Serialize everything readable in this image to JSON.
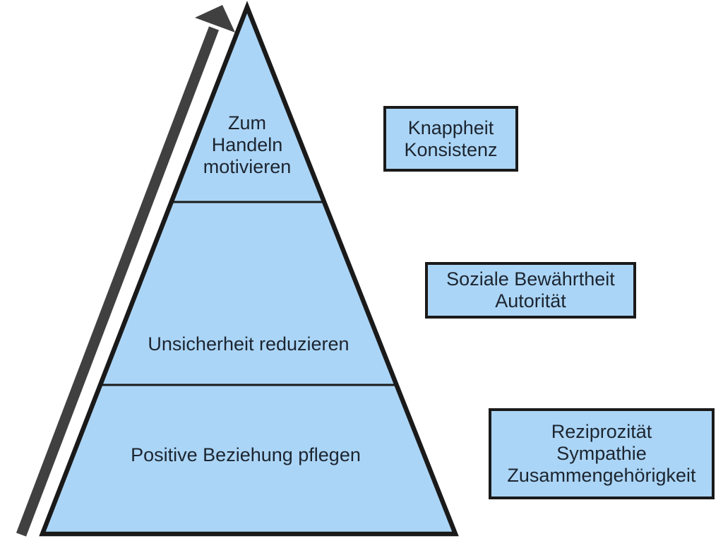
{
  "diagram": {
    "pyramid": {
      "levels": [
        {
          "id": "top",
          "lines": [
            "Zum",
            "Handeln",
            "motivieren"
          ]
        },
        {
          "id": "middle",
          "lines": [
            "Unsicherheit reduzieren"
          ]
        },
        {
          "id": "bottom",
          "lines": [
            "Positive Beziehung pflegen"
          ]
        }
      ]
    },
    "side_boxes": [
      {
        "id": "top",
        "lines": [
          "Knappheit",
          "Konsistenz"
        ]
      },
      {
        "id": "middle",
        "lines": [
          "Soziale Bewährtheit",
          "Autorität"
        ]
      },
      {
        "id": "bottom",
        "lines": [
          "Reziprozität",
          "Sympathie",
          "Zusammengehörigkeit"
        ]
      }
    ],
    "icons": {
      "arrow": "up-arrow-icon"
    },
    "colors": {
      "shape_fill": "#abd5f6",
      "shape_border": "#1a1a1a",
      "text": "#1c2530",
      "arrow": "#404040",
      "background": "#ffffff"
    }
  }
}
